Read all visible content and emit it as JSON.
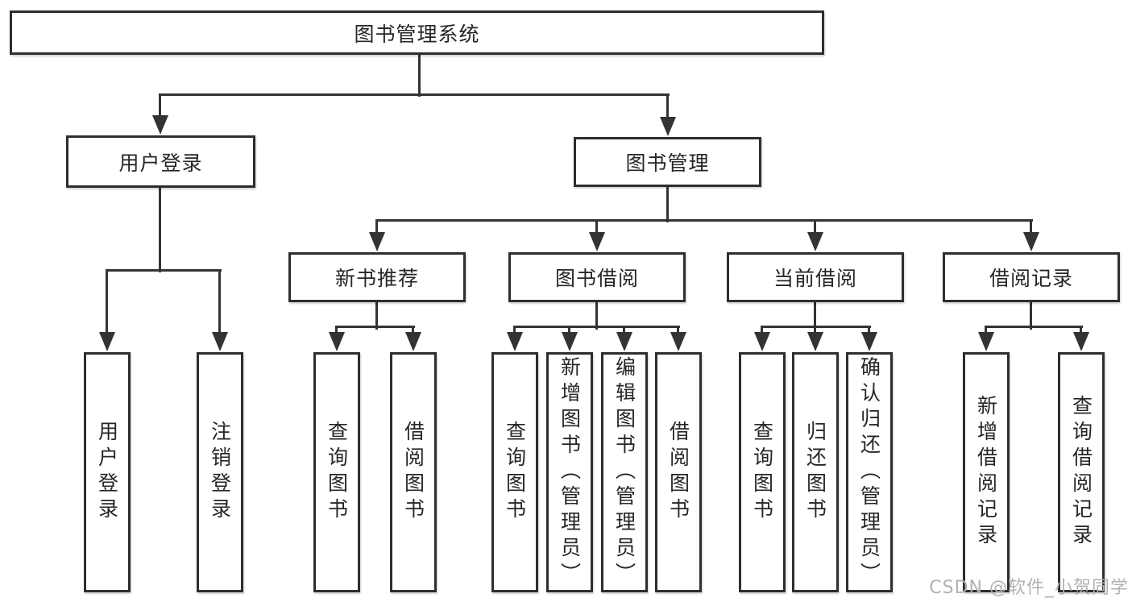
{
  "diagram_title": "图书管理系统",
  "watermark": "CSDN @软件_小贺同学",
  "colors": {
    "background": "#ffffff",
    "box_border": "#2e2e2e",
    "connector_line": "#333333",
    "text": "#262626",
    "watermark_text": "#b2b2b2"
  },
  "tree": {
    "root": {
      "label": "图书管理系统"
    },
    "user_branch": {
      "label": "用户登录",
      "leaves": [
        "用户登录",
        "注销登录"
      ]
    },
    "book_branch": {
      "label": "图书管理",
      "children": [
        {
          "label": "新书推荐",
          "leaves": [
            "查询图书",
            "借阅图书"
          ]
        },
        {
          "label": "图书借阅",
          "leaves": [
            "查询图书",
            "新增图书（管理员）",
            "编辑图书（管理员）",
            "借阅图书"
          ]
        },
        {
          "label": "当前借阅",
          "leaves": [
            "查询图书",
            "归还图书",
            "确认归还（管理员）"
          ]
        },
        {
          "label": "借阅记录",
          "leaves": [
            "新增借阅记录",
            "查询借阅记录"
          ]
        }
      ]
    }
  }
}
